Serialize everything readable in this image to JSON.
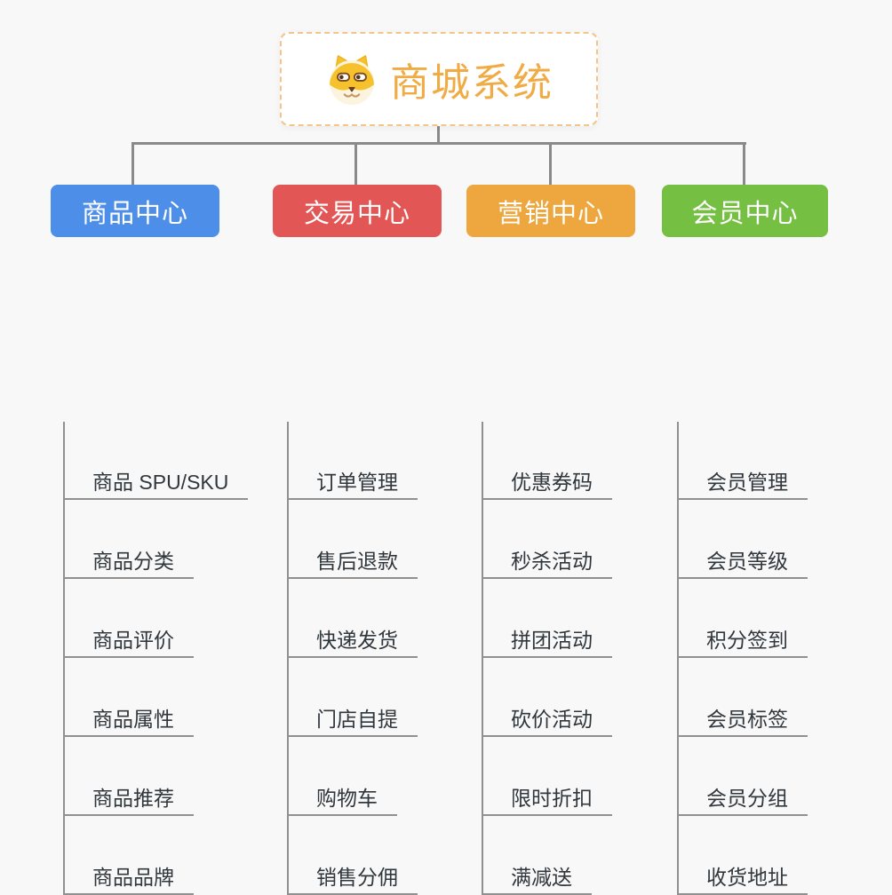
{
  "root": {
    "title": "商城系统",
    "text_color": "#f1ab45",
    "border_color": "#f4c488",
    "icon": "doge-icon"
  },
  "connector_color": "#8a8a8a",
  "background_color": "#f8f8f8",
  "underline_color": "#909090",
  "item_text_color": "#30373d",
  "columns": [
    {
      "label": "商品中心",
      "color": "#4d8fe8",
      "items": [
        "商品 SPU/SKU",
        "商品分类",
        "商品评价",
        "商品属性",
        "商品推荐",
        "商品品牌"
      ]
    },
    {
      "label": "交易中心",
      "color": "#e25656",
      "items": [
        "订单管理",
        "售后退款",
        "快递发货",
        "门店自提",
        "购物车",
        "销售分佣"
      ]
    },
    {
      "label": "营销中心",
      "color": "#eda73e",
      "items": [
        "优惠券码",
        "秒杀活动",
        "拼团活动",
        "砍价活动",
        "限时折扣",
        "满减送"
      ]
    },
    {
      "label": "会员中心",
      "color": "#75bf42",
      "items": [
        "会员管理",
        "会员等级",
        "积分签到",
        "会员标签",
        "会员分组",
        "收货地址"
      ]
    }
  ]
}
